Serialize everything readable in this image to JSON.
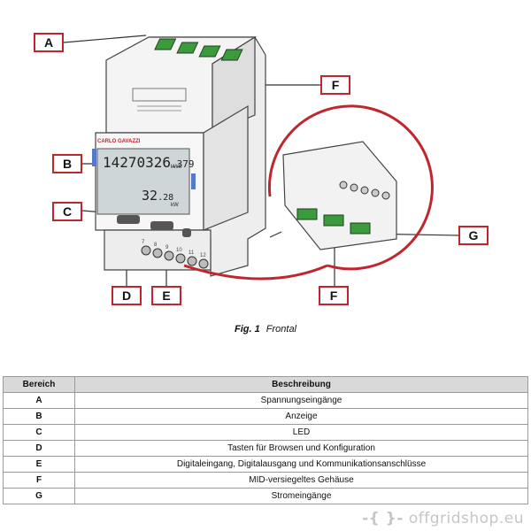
{
  "figure": {
    "callouts": {
      "a": "A",
      "b": "B",
      "c": "C",
      "d": "D",
      "e": "E",
      "f_top": "F",
      "f_bottom": "F",
      "g": "G"
    },
    "display": {
      "brand": "CARLO GAVAZZI",
      "reading_main": "14270326",
      "reading_decimal": ".379",
      "unit_main": "kWh",
      "reading_power": "32",
      "power_decimal": ".28",
      "unit_power": "kW"
    },
    "terminal_numbers": [
      "7",
      "8",
      "9",
      "10",
      "11",
      "12"
    ],
    "accent_color": "#c0262d"
  },
  "caption": {
    "label": "Fig. 1",
    "text": "Frontal"
  },
  "table": {
    "headers": [
      "Bereich",
      "Beschreibung"
    ],
    "rows": [
      [
        "A",
        "Spannungseingänge"
      ],
      [
        "B",
        "Anzeige"
      ],
      [
        "C",
        "LED"
      ],
      [
        "D",
        "Tasten für Browsen und Konfiguration"
      ],
      [
        "E",
        "Digitaleingang, Digitalausgang und Kommunikationsanschlüsse"
      ],
      [
        "F",
        "MID-versiegeltes Gehäuse"
      ],
      [
        "G",
        "Stromeingänge"
      ]
    ]
  },
  "watermark": {
    "logo": "-{ }-",
    "text": "offgridshop.eu"
  }
}
